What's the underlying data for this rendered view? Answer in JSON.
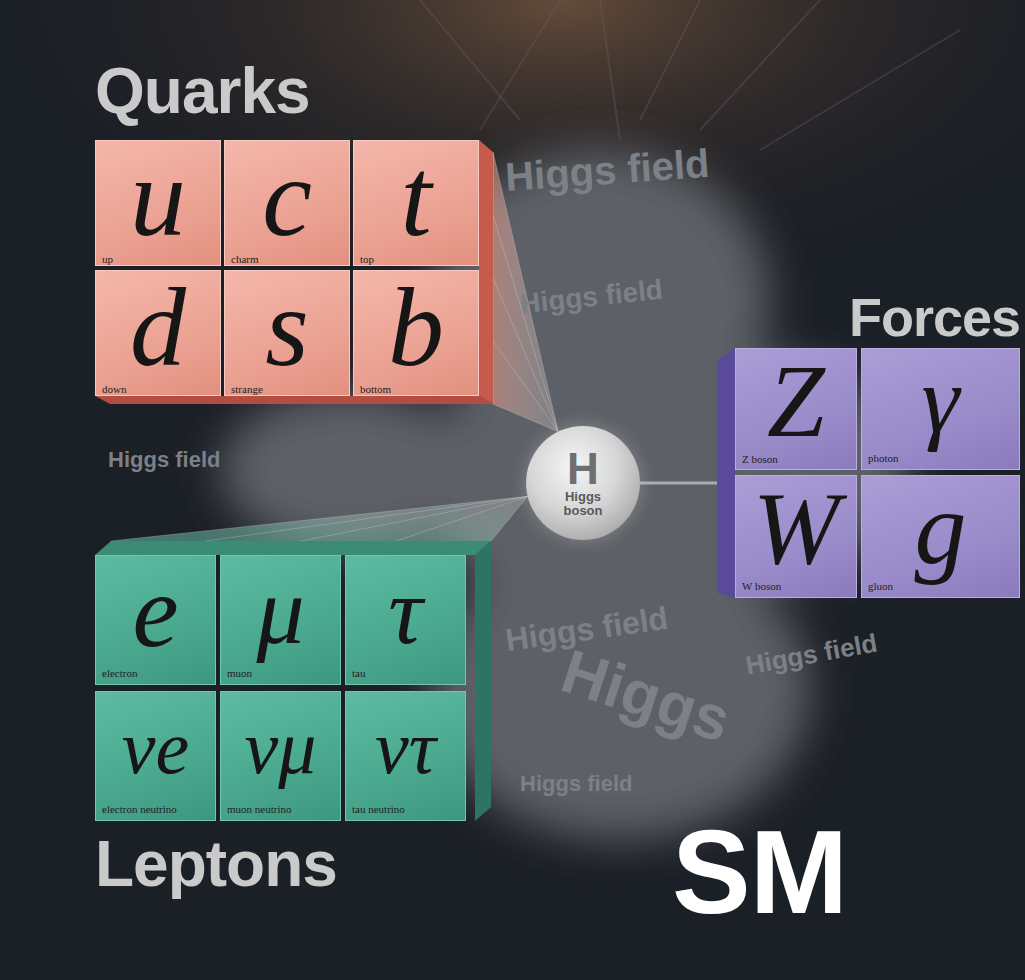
{
  "diagram": {
    "nodes": [
      {
        "text": [
          "Quarks"
        ]
      },
      {
        "text": [
          "u",
          "up"
        ],
        "in": 0
      },
      {
        "text": [
          "c",
          "charm"
        ],
        "in": 0
      },
      {
        "text": [
          "t",
          "top"
        ],
        "in": 0
      },
      {
        "text": [
          "d",
          "down"
        ],
        "in": 0
      },
      {
        "text": [
          "s",
          "strange"
        ],
        "in": 0
      },
      {
        "text": [
          "b",
          "bottom"
        ],
        "in": 0
      },
      {
        "text": [
          "H",
          "Higgs boson"
        ]
      },
      {
        "text": [
          "Forces"
        ]
      },
      {
        "text": [
          "Z",
          "Z boson"
        ],
        "in": 8
      },
      {
        "text": [
          "γ",
          "photon"
        ],
        "in": 8
      },
      {
        "text": [
          "W",
          "W boson"
        ],
        "in": 8
      },
      {
        "text": [
          "g",
          "gluon"
        ],
        "in": 8
      },
      {
        "text": [
          "Leptons"
        ]
      },
      {
        "text": [
          "e",
          "electron"
        ],
        "in": 13
      },
      {
        "text": [
          "μ",
          "muon"
        ],
        "in": 13
      },
      {
        "text": [
          "τ",
          "tau"
        ],
        "in": 13
      },
      {
        "text": [
          "νe",
          "electron neutrino"
        ],
        "in": 13
      },
      {
        "text": [
          "νμ",
          "muon neutrino"
        ],
        "in": 13
      },
      {
        "text": [
          "ντ",
          "tau neutrino"
        ],
        "in": 13
      }
    ],
    "edges": [
      {
        "from": 0,
        "to": 7,
        "arrow": "none"
      },
      {
        "from": 8,
        "to": 7,
        "arrow": "none"
      },
      {
        "from": 13,
        "to": 7,
        "arrow": "none"
      }
    ],
    "labels": [
      "Higgs field",
      "Higgs field",
      "Higgs field",
      "Higgs field",
      "Higgs field",
      "Higgs field",
      "Higgs",
      "SM"
    ]
  }
}
